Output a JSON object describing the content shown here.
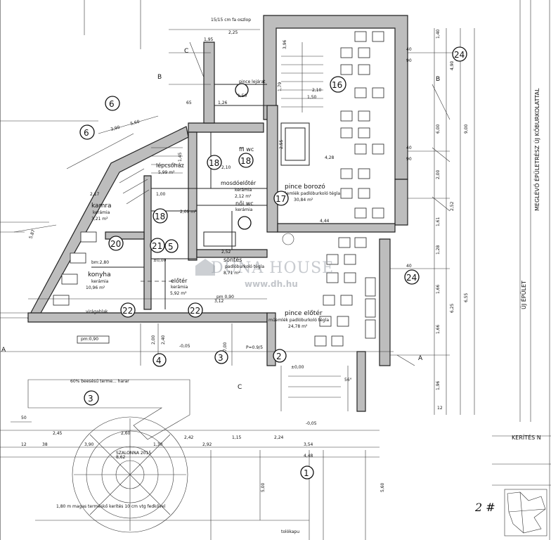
{
  "rooms": [
    {
      "key": "pince_borozo",
      "name": "pince borozó",
      "finish": "műemlék padlóburkoló tégla",
      "area": "30,84 m²"
    },
    {
      "key": "pince_eloter",
      "name": "pince előtér",
      "finish": "műemlék padlóburkoló tégla",
      "area": "24,78 m²"
    },
    {
      "key": "konyha",
      "name": "konyha",
      "finish": "kerámia",
      "area": "10,96 m²"
    },
    {
      "key": "kamra",
      "name": "kamra",
      "finish": "kerámia",
      "area": "3,21 m²"
    },
    {
      "key": "lepcsohaz",
      "name": "lépcsőház",
      "finish": "",
      "area": "5,99 m²"
    },
    {
      "key": "mosdoeloter",
      "name": "mosdóelőtér",
      "finish": "kerámia",
      "area": "2,12 m²"
    },
    {
      "key": "ffi_wc",
      "name": "ffi wc",
      "finish": "",
      "area": ""
    },
    {
      "key": "noi_wc",
      "name": "női wc",
      "finish": "kerámia",
      "area": "2,09 m²"
    },
    {
      "key": "sontes",
      "name": "söntés",
      "finish": "padlóburkoló tégla",
      "area": "8,71 m²"
    },
    {
      "key": "eloter",
      "name": "előtér",
      "finish": "kerámia",
      "area": "5,92 m²"
    }
  ],
  "labels": {
    "oszlop": "15/15 cm fa oszlop",
    "meglevo": "MEGLÉVŐ ÉPÜLETRÉSZ ÚJ KŐBURKOLATTAL",
    "uj_epulet": "ÚJ ÉPÜLET",
    "kerites": "KERÍTÉS N",
    "viragablak": "virágablak",
    "bm": "bm:2,80",
    "pm_090": "pm:0,90",
    "pm_090b": "pm 0,90",
    "hanging": "60% beesésű terme... harar",
    "fence": "1,80 m magas terméskő kerítés 10 cm vtg fedkővel",
    "gate": "tolókapu",
    "pince_lejarat": "pince lejárat",
    "lev_000": "±0,00",
    "lev_000b": "±0,00",
    "lev_005": "-0,05",
    "lev_005b": "-0,05",
    "p_999": "P=0.9/5",
    "angle": "56°",
    "szalonna": "SZALONNA 2015",
    "handnote": "2 #",
    "sec_a": "A",
    "sec_a2": "A",
    "sec_b": "B",
    "sec_b2": "B",
    "sec_c": "C",
    "sec_c2": "C"
  },
  "circles": [
    "1",
    "2",
    "3",
    "3",
    "4",
    "5",
    "6",
    "6",
    "16",
    "17",
    "18",
    "18",
    "18",
    "20",
    "21",
    "22",
    "22",
    "24",
    "24"
  ],
  "dims": {
    "top_225": "2,25",
    "d195": "1,95",
    "d396": "3,96",
    "d150a": "1,50",
    "d150b": "1,50",
    "d179": "1,79",
    "d210a": "2,10",
    "d210b": "2,10",
    "d126": "1,26",
    "d65": "65",
    "d428": "4,28",
    "d255": "2,55",
    "d444": "4,44",
    "d252": "2,52",
    "d312": "3,12",
    "d390": "3,90",
    "d560": "5,60",
    "d587": "5,87",
    "d217": "2,17",
    "d100a": "1,00",
    "d145": "1,45",
    "d200a": "2,00",
    "d240": "2,40",
    "d700": "7,00",
    "r140": "1,40",
    "r490": "4,90",
    "r600": "6,00",
    "r200": "2,00",
    "r900": "9,00",
    "r252": "2,52",
    "r161": "1,61",
    "r128": "1,28",
    "r166a": "1,66",
    "r625": "6,25",
    "r166b": "1,66",
    "r655": "6,55",
    "r196": "1,96",
    "r12": "12",
    "r40a": "40",
    "r90a": "90",
    "r40b": "40",
    "r90b": "90",
    "r40c": "40",
    "b245": "2,45",
    "b260": "2,60",
    "b242": "2,42",
    "b115": "1,15",
    "b224": "2,24",
    "b390": "3,90",
    "b130": "1,30",
    "b292": "2,92",
    "b354": "3,54",
    "b862": "8,62",
    "b448": "4,48",
    "b500": "5,00",
    "b560": "5,60",
    "b12": "12",
    "b38": "38",
    "b50": "50"
  }
}
